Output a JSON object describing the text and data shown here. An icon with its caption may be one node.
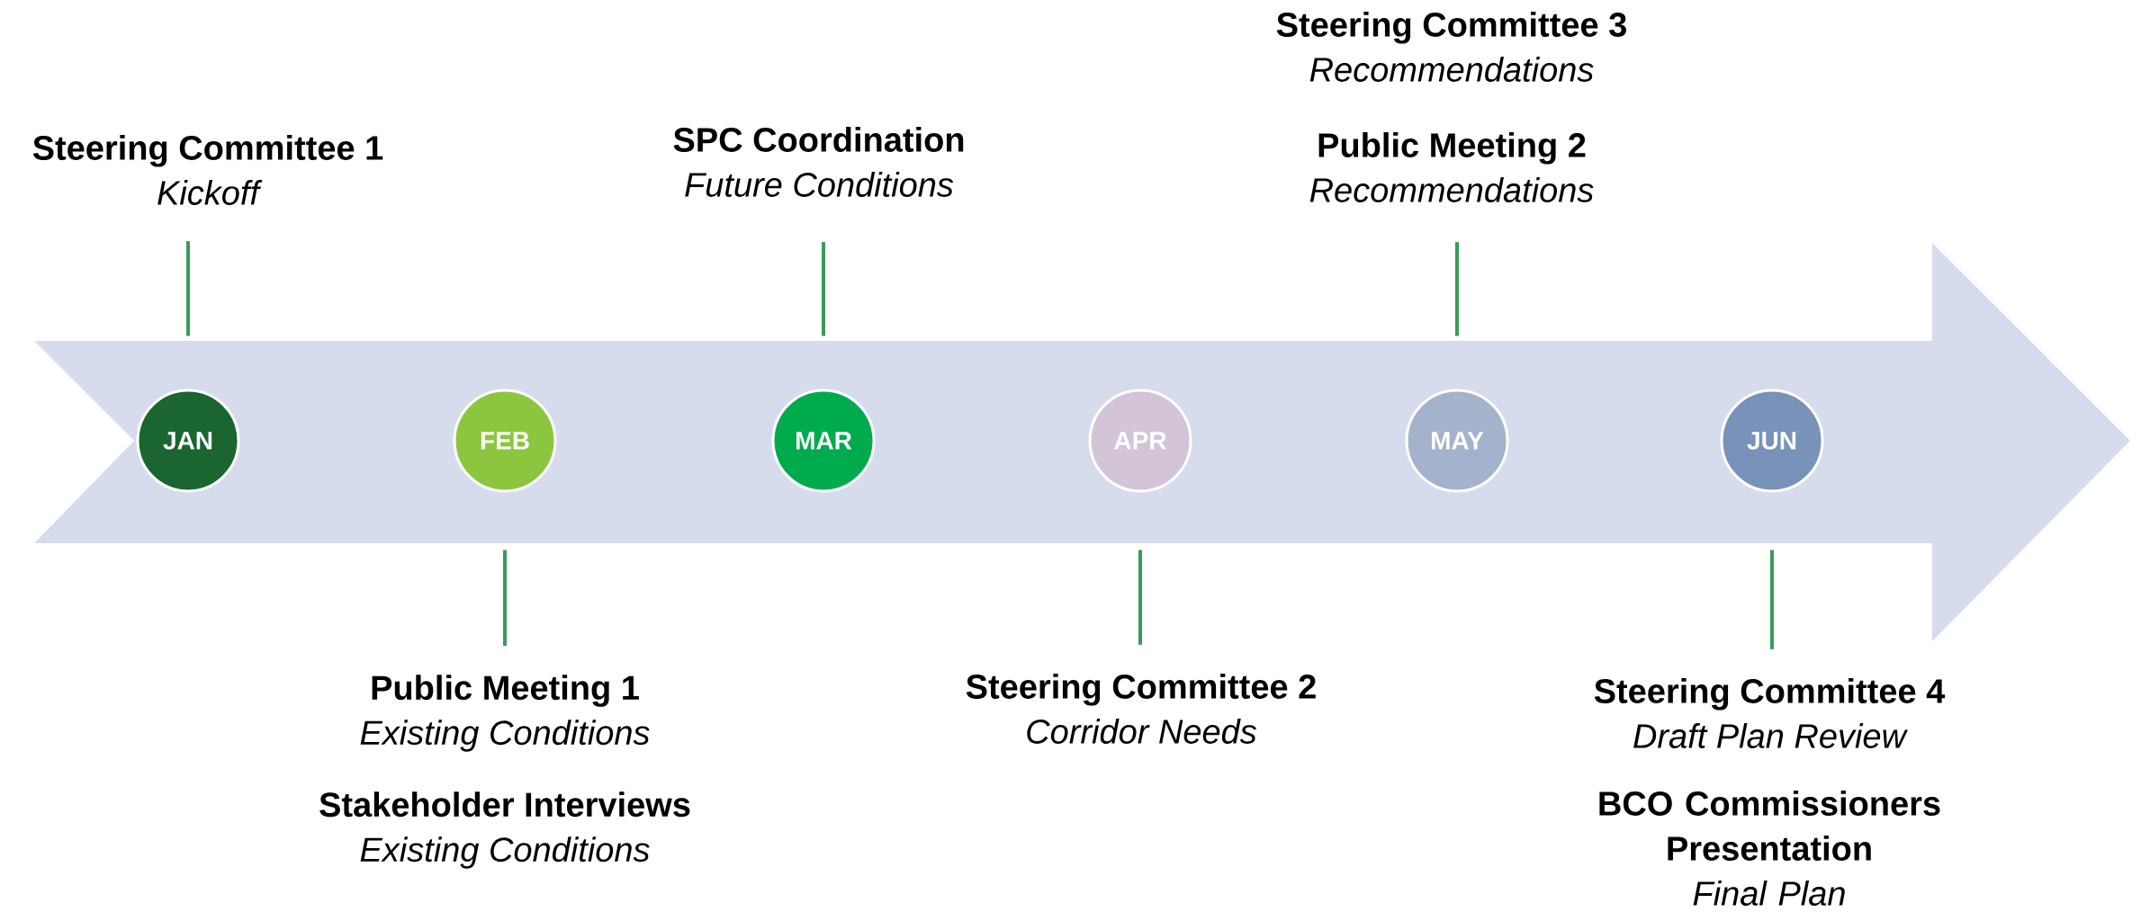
{
  "diagram": {
    "nodes": [
      {
        "text": [
          "JAN"
        ]
      },
      {
        "text": [
          "FEB"
        ]
      },
      {
        "text": [
          "MAR"
        ]
      },
      {
        "text": [
          "APR"
        ]
      },
      {
        "text": [
          "MAY"
        ]
      },
      {
        "text": [
          "JUN"
        ]
      },
      {
        "text": [
          "Steering Committee 1",
          "Kickoff"
        ]
      },
      {
        "text": [
          "Public Meeting 1",
          "Existing Conditions"
        ]
      },
      {
        "text": [
          "Stakeholder Interviews",
          "Existing Conditions"
        ]
      },
      {
        "text": [
          "SPC Coordination",
          "Future Conditions"
        ]
      },
      {
        "text": [
          "Steering Committee 2",
          "Corridor Needs"
        ]
      },
      {
        "text": [
          "Steering Committee 3",
          "Recommendations"
        ]
      },
      {
        "text": [
          "Public Meeting 2",
          "Recommendations"
        ]
      },
      {
        "text": [
          "Steering Committee 4",
          "Draft Plan Review"
        ]
      },
      {
        "text": [
          "BCO Commissioners Presentation",
          "Final Plan"
        ]
      }
    ],
    "edges": [
      {
        "from": 6,
        "to": 0,
        "arrow": "none"
      },
      {
        "from": 7,
        "to": 1,
        "arrow": "none"
      },
      {
        "from": 9,
        "to": 2,
        "arrow": "none"
      },
      {
        "from": 10,
        "to": 3,
        "arrow": "none"
      },
      {
        "from": 12,
        "to": 4,
        "arrow": "none"
      },
      {
        "from": 13,
        "to": 5,
        "arrow": "none"
      }
    ]
  }
}
